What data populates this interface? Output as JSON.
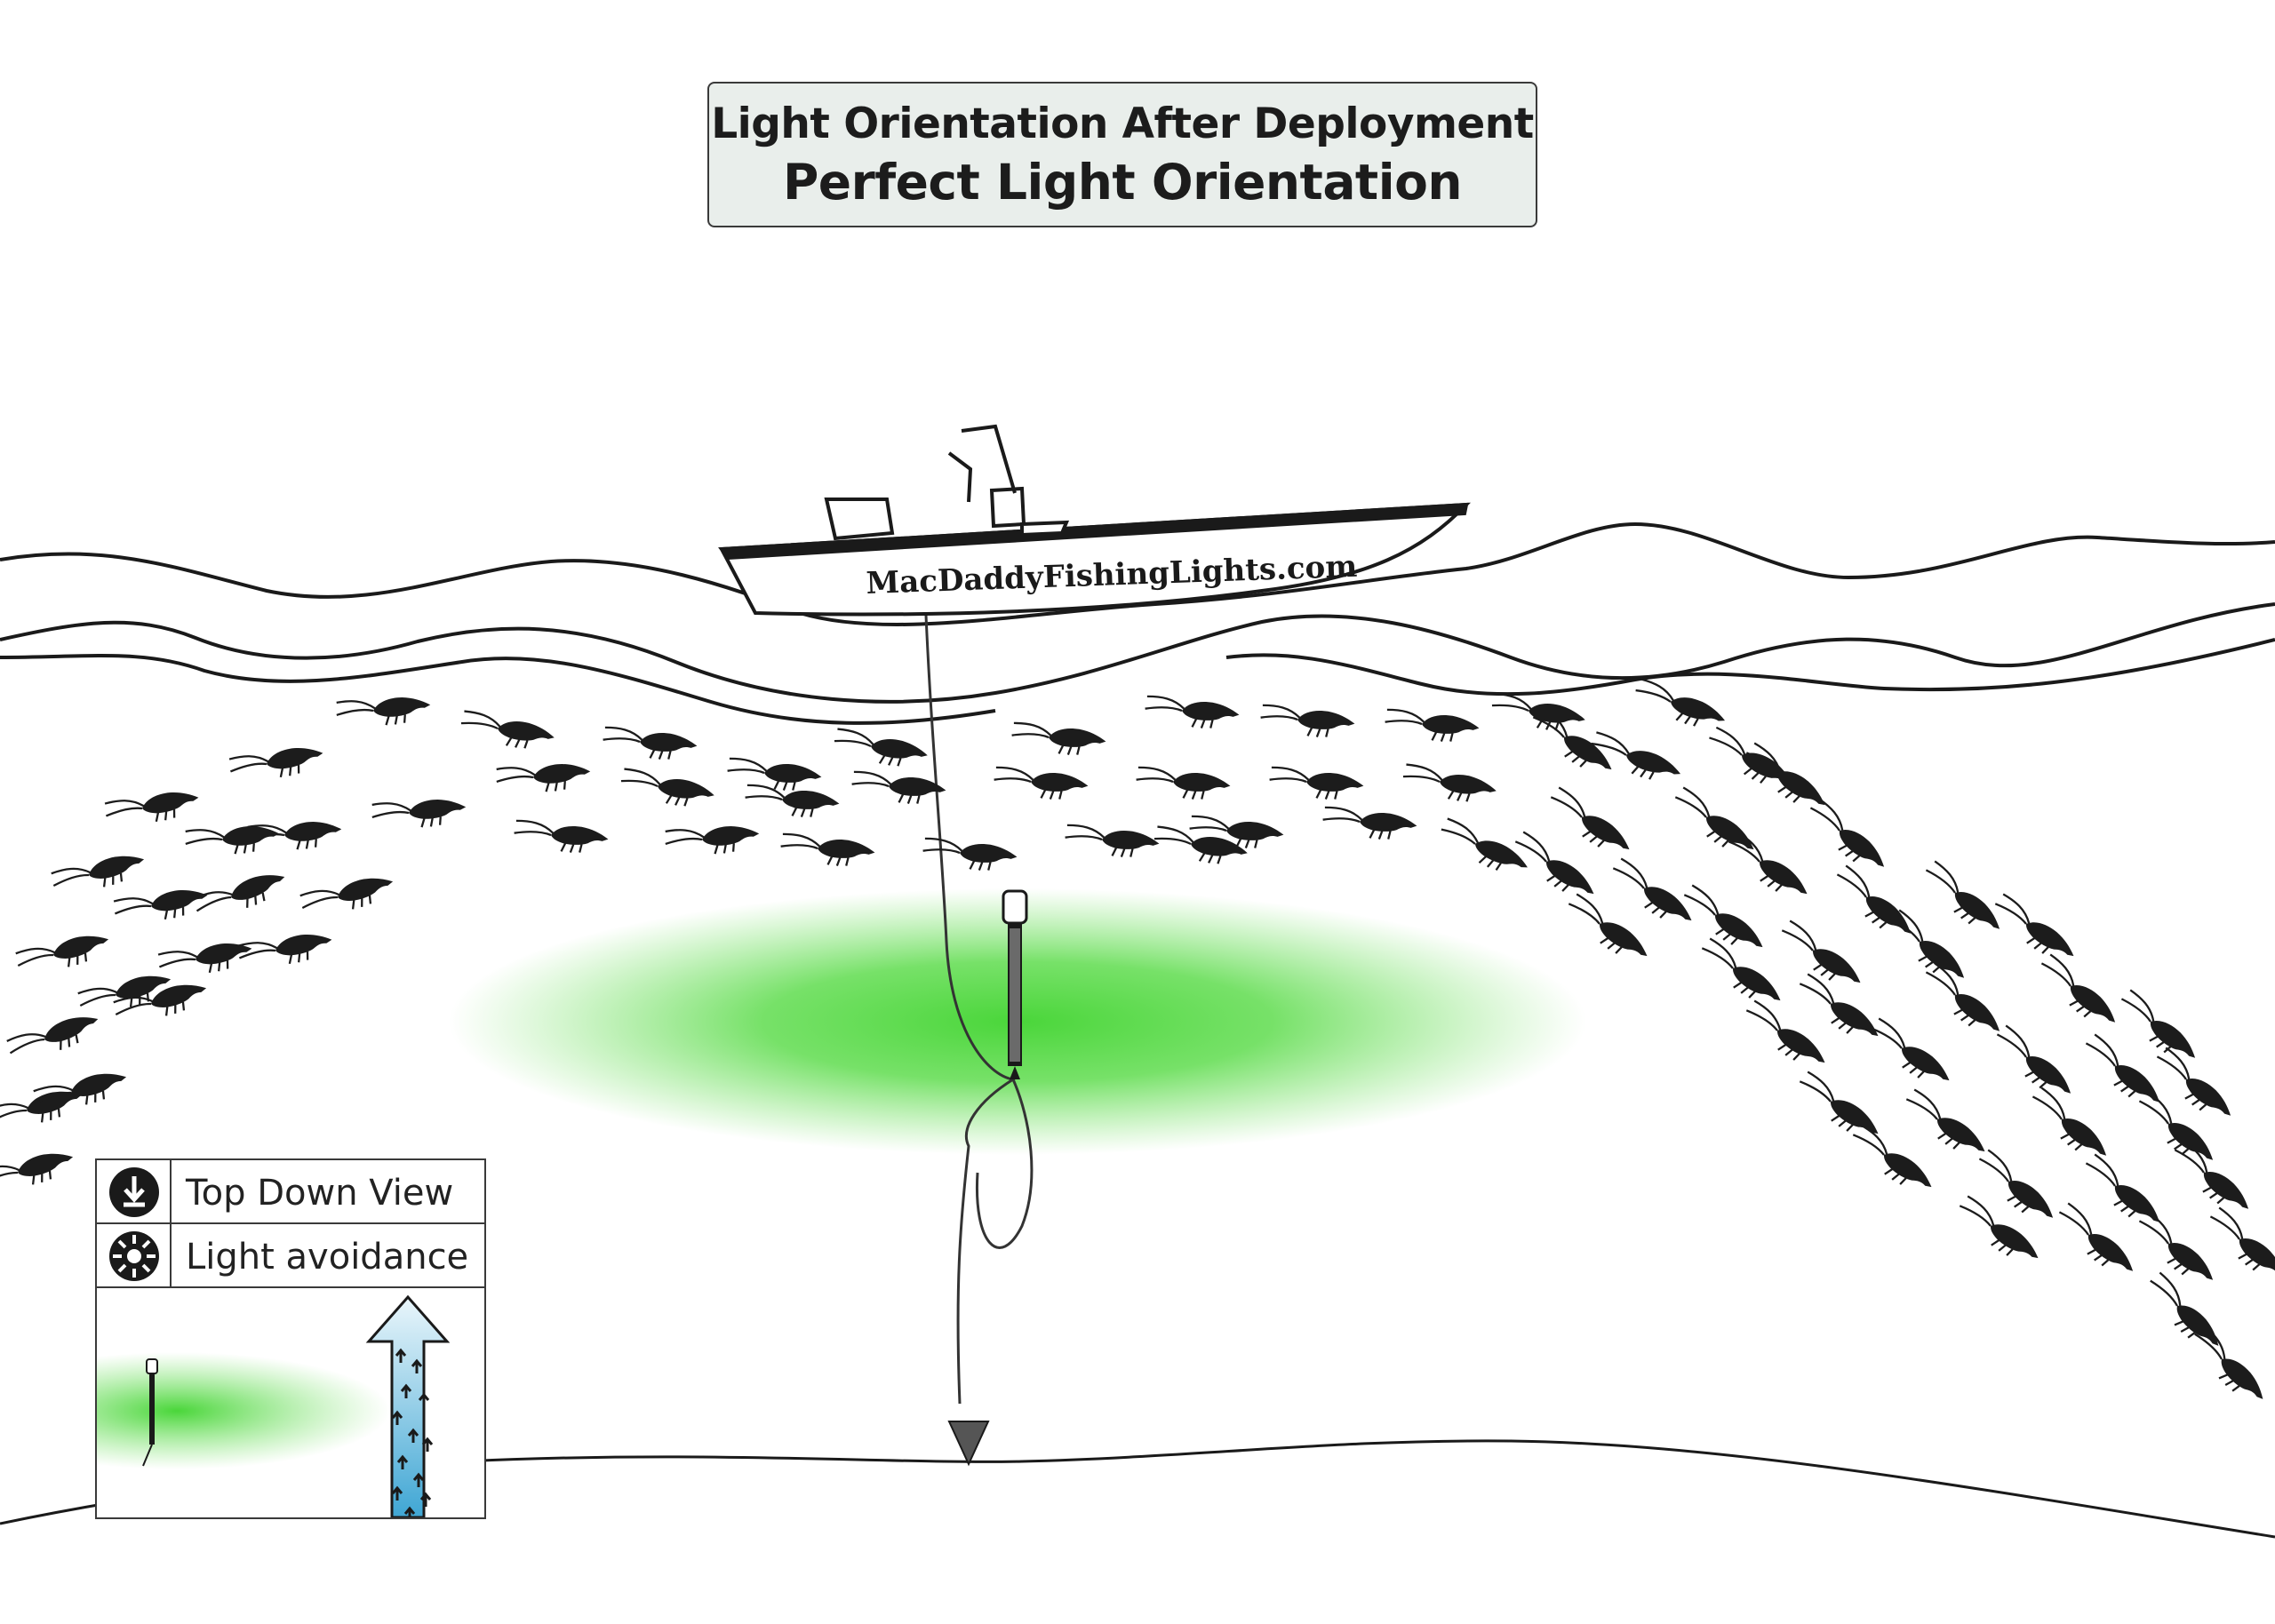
{
  "title": {
    "line1": "Light Orientation After Deployment",
    "line2": "Perfect Light Orientation"
  },
  "boat": {
    "label": "MacDaddyFishingLights.com"
  },
  "legend": {
    "items": [
      {
        "label": "Top Down View",
        "icon": "top-down-view-icon"
      },
      {
        "label": "Light avoidance",
        "icon": "light-avoidance-icon"
      }
    ]
  },
  "colors": {
    "glow": "#4ad63a",
    "arrow": "#3fa6d4",
    "line": "#1a1a1a",
    "title_bg": "#e9eeeb"
  }
}
